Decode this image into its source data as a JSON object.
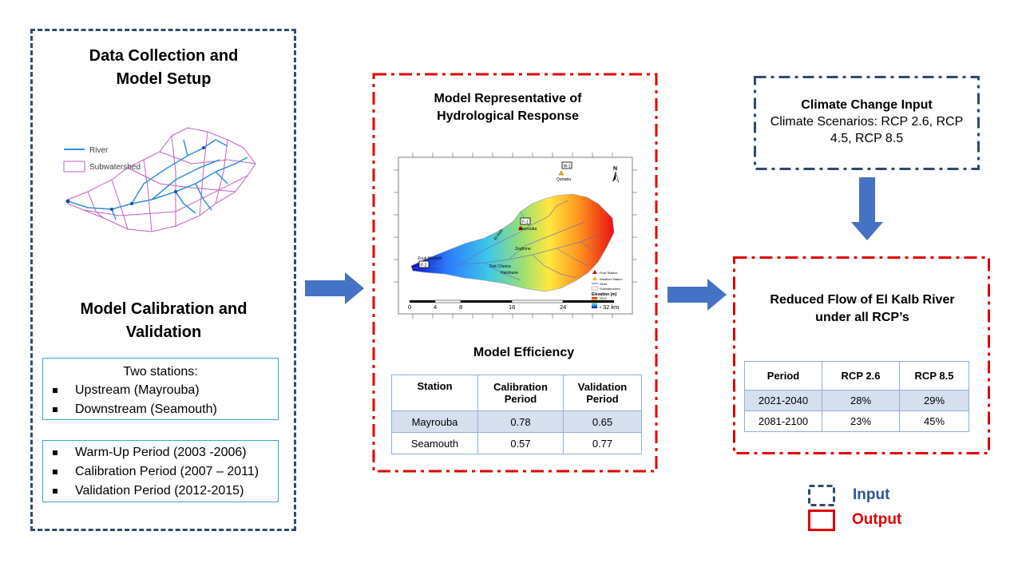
{
  "setup": {
    "title_line1": "Data Collection and",
    "title_line2": "Model Setup",
    "legend_river": "River",
    "legend_subwatershed": "Subwatershed"
  },
  "calibration": {
    "title_line1": "Model Calibration and",
    "title_line2": "Validation",
    "stations_heading": "Two stations:",
    "stations": [
      "Upstream (Mayrouba)",
      "Downstream (Seamouth)"
    ],
    "periods": [
      "Warm-Up Period (2003 -2006)",
      "Calibration Period (2007 – 2011)",
      "Validation Period (2012-2015)"
    ]
  },
  "representative": {
    "title_line1": "Model Representative of",
    "title_line2": "Hydrological Response",
    "map": {
      "labels": {
        "station1": "W-1",
        "station1_name": "Qartaba",
        "station2": "F-1",
        "station2_name": "Mayrouba",
        "station3": "F-2",
        "station3_name": "Zouk Mosbeh",
        "river1": "El Kalb",
        "river2": "Zeghrine",
        "river3": "Dok Cheera",
        "river4": "Hardoune",
        "north": "N"
      },
      "legend": {
        "flow_station": "Flow Station",
        "weather_station": "Weather Station",
        "river": "River",
        "subwatershed": "Subwatershed",
        "elevation_title": "Elevation (m)",
        "elev_max": "2622",
        "elev_min": "0"
      },
      "scale_ticks": [
        "0",
        "4",
        "8",
        "16",
        "24",
        "32 km"
      ]
    },
    "efficiency_title": "Model Efficiency",
    "efficiency_table": {
      "headers": [
        "Station",
        "Calibration\nPeriod",
        "Validation\nPeriod"
      ],
      "rows": [
        [
          "Mayrouba",
          "0.78",
          "0.65"
        ],
        [
          "Seamouth",
          "0.57",
          "0.77"
        ]
      ]
    }
  },
  "climate": {
    "title": "Climate Change Input",
    "body": "Climate Scenarios: RCP 2.6, RCP 4.5, RCP 8.5"
  },
  "reduced": {
    "title_line1": "Reduced Flow of El Kalb River",
    "title_line2": "under all RCP’s",
    "table": {
      "headers": [
        "Period",
        "RCP 2.6",
        "RCP 8.5"
      ],
      "rows": [
        [
          "2021-2040",
          "28%",
          "29%"
        ],
        [
          "2081-2100",
          "23%",
          "45%"
        ]
      ]
    }
  },
  "legend": {
    "input_label": "Input",
    "output_label": "Output",
    "input_color": "#2f4a6e",
    "output_color": "#e00000"
  },
  "colors": {
    "arrow": "#4472c4",
    "output_text": "#e00000",
    "input_text": "#2f5597"
  }
}
